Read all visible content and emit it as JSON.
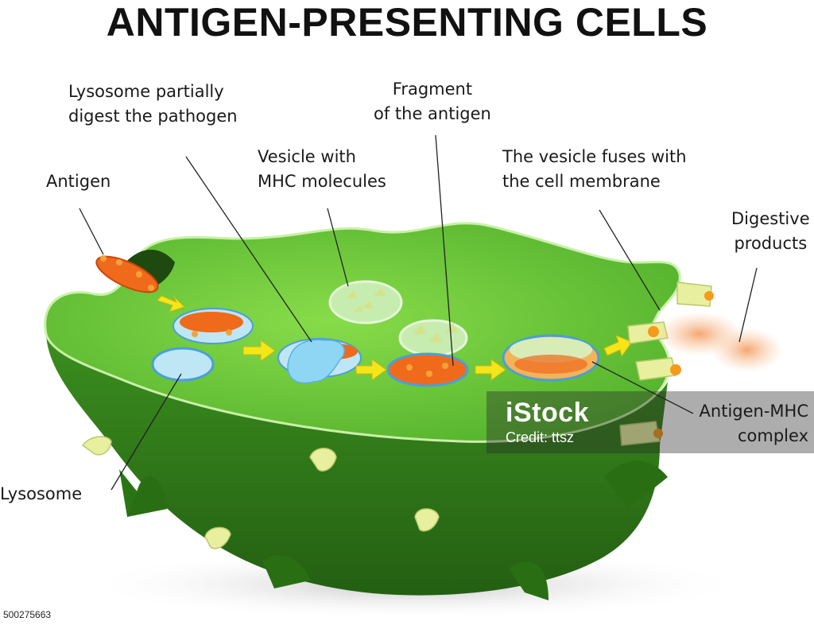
{
  "title": "ANTIGEN-PRESENTING CELLS",
  "labels": {
    "lysosome_partially": [
      "Lysosome partially",
      "digest the pathogen"
    ],
    "fragment": [
      "Fragment",
      "of the antigen"
    ],
    "vesicle_mhc": [
      "Vesicle with",
      "MHC molecules"
    ],
    "vesicle_fuses": [
      "The vesicle fuses with",
      "the cell  membrane"
    ],
    "antigen": "Antigen",
    "digestive_products": [
      "Digestive",
      "products"
    ],
    "antigen_mhc_complex": [
      "Antigen-MHC",
      "complex"
    ],
    "lysosome": "Lysosome"
  },
  "watermark": {
    "brand": "iStock",
    "credit": "Credit: ttsz"
  },
  "stock_id": "500275663",
  "colors": {
    "cell_top": "#6cc83a",
    "cell_side": "#2e7a18",
    "antigen": "#f06a1c",
    "arrow": "#f5e61a",
    "vesicle_rim": "#4a9fd8"
  }
}
